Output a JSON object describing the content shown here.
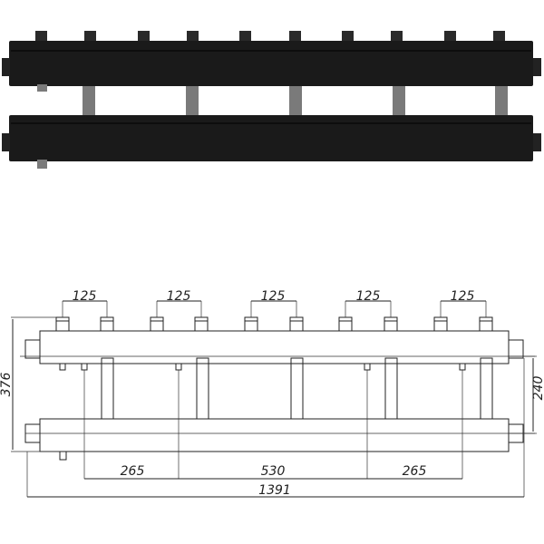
{
  "render": {
    "body_color": "#1a1a1a",
    "pipe_color": "#7a7a7a",
    "line_color": "#222222"
  },
  "drawing": {
    "spacing_labels": [
      "125",
      "125",
      "125",
      "125",
      "125"
    ],
    "height_total": "376",
    "height_axes": "240",
    "bottom_dims": [
      "265",
      "530",
      "265"
    ],
    "overall_length": "1391"
  }
}
